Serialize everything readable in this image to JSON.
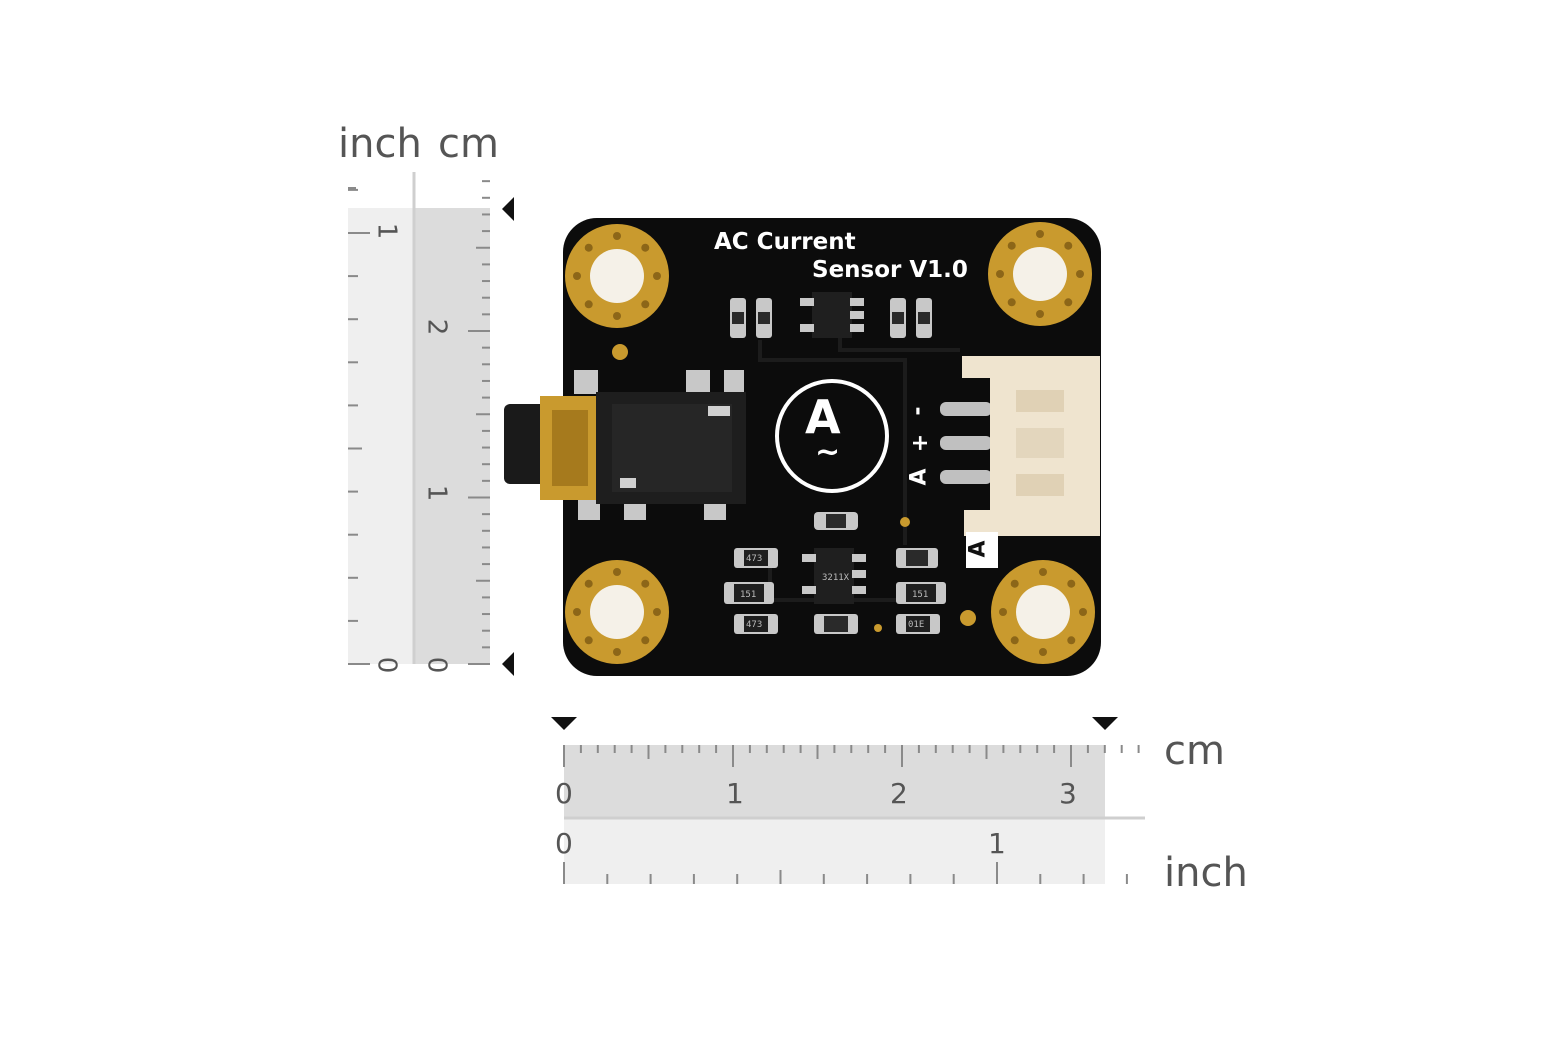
{
  "vertical_ruler": {
    "inch_label": "inch",
    "cm_label": "cm",
    "inch_numbers": [
      "1",
      "0"
    ],
    "cm_numbers": [
      "2",
      "1",
      "0"
    ]
  },
  "horizontal_ruler": {
    "cm_label": "cm",
    "inch_label": "inch",
    "cm_numbers": [
      "0",
      "1",
      "2",
      "3"
    ],
    "inch_numbers": [
      "0",
      "1"
    ]
  },
  "board": {
    "title_line1": "AC Current",
    "title_line2": "Sensor V1.0",
    "logo_letter": "A",
    "logo_symbol": "~",
    "pin_minus": "-",
    "pin_plus": "+",
    "pin_signal": "A",
    "connector_tag": "A",
    "chip_codes": [
      "473",
      "3211X",
      "151",
      "473",
      "01E",
      "151"
    ],
    "colors": {
      "pcb": "#0c0c0c",
      "gold": "#c99a2e",
      "connector": "#efe4cf"
    }
  }
}
